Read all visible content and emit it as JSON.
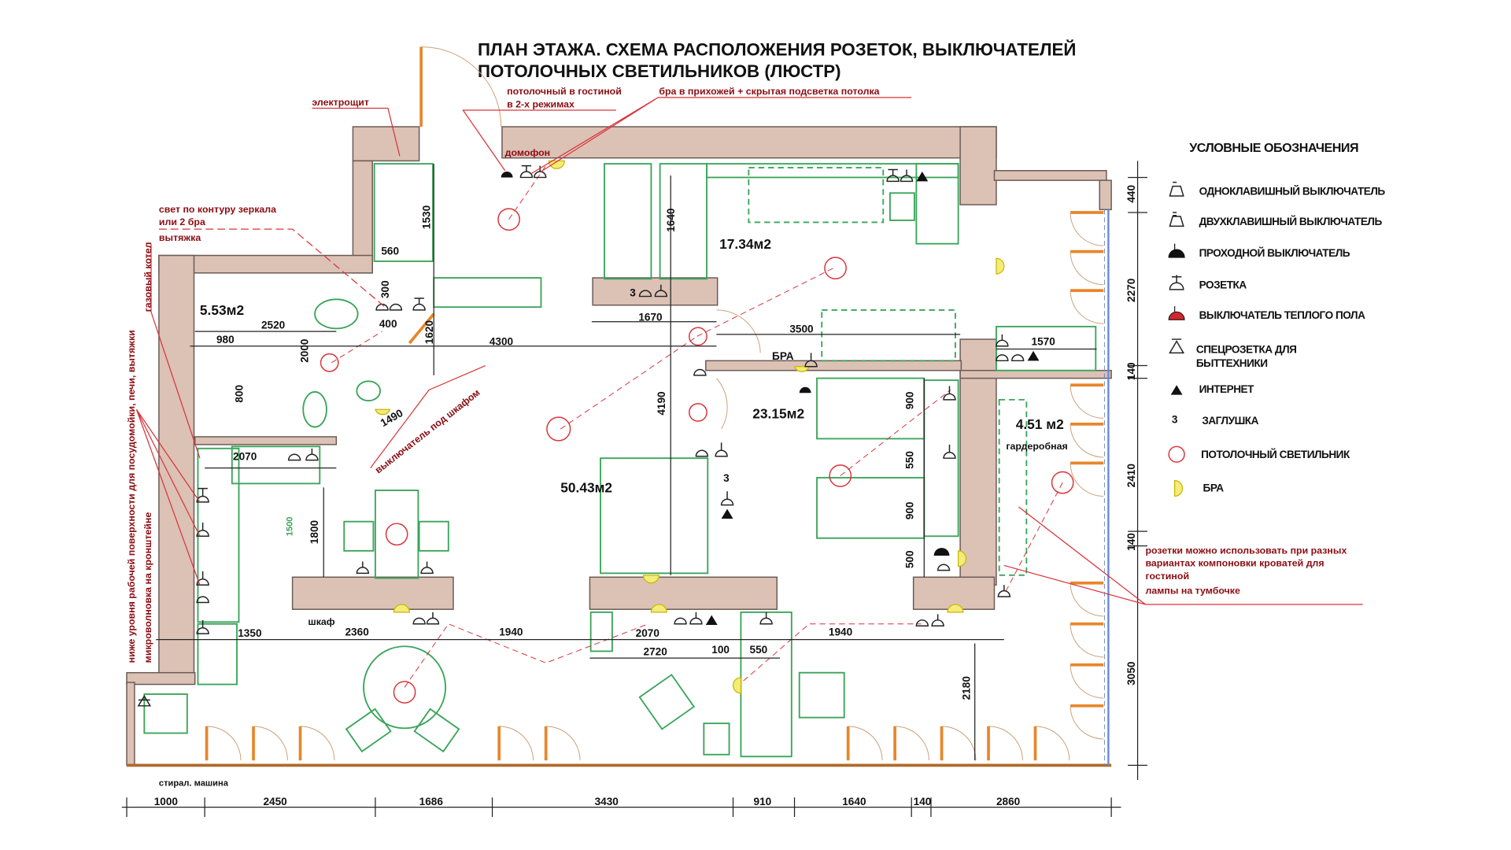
{
  "title": {
    "line1": "ПЛАН ЭТАЖА. СХЕМА РАСПОЛОЖЕНИЯ РОЗЕТОК, ВЫКЛЮЧАТЕЛЕЙ",
    "line2": "ПОТОЛОЧНЫХ СВЕТИЛЬНИКОВ (ЛЮСТР)"
  },
  "notes": {
    "panel": "электрощит",
    "ceiling_living_1": "потолочный в гостиной",
    "ceiling_living_2": "в 2-х режимах",
    "hall_bra": "бра в прихожей + скрытая подсветка потолка",
    "intercom": "домофон",
    "mirror_1": "свет по контуру зеркала",
    "mirror_2": "или 2 бра",
    "hood": "вытяжка",
    "boiler": "газовый котел",
    "kitchen_low": "ниже уровня рабочей поверхности для посудомойки, печи, вытяжки",
    "microwave": "микроволновка на кронштейне",
    "tv": "выключатель под шкафом",
    "bedroom_1": "розетки можно использовать при разных",
    "bedroom_2": "вариантах компоновки кроватей для",
    "bedroom_3": "гостиной",
    "bedroom_4": "лампы на тумбочке"
  },
  "rooms": {
    "kitchen_top": "17.34м2",
    "bath": "5.53м2",
    "living": "50.43м2",
    "bedroom": "23.15м2",
    "wardrobe_area": "4.51 м2",
    "wardrobe": "гардеробная",
    "bra_label": "БРА",
    "cabinet": "шкаф",
    "washer": "стирал. машина"
  },
  "dims": {
    "bottom": [
      "1000",
      "2450",
      "1686",
      "3430",
      "910",
      "1640",
      "140",
      "2860"
    ],
    "right": [
      "440",
      "2270",
      "140",
      "2410",
      "140",
      "3050"
    ],
    "inner": [
      "1530",
      "560",
      "1640",
      "300",
      "400",
      "1620",
      "2520",
      "980",
      "800",
      "2000",
      "1490",
      "4300",
      "1670",
      "3500",
      "4190",
      "900",
      "550",
      "900",
      "500",
      "2070",
      "1800",
      "1500",
      "1350",
      "2360",
      "1940",
      "2070",
      "2720",
      "100",
      "550",
      "1940",
      "2180",
      "1570"
    ]
  },
  "legend": {
    "title": "УСЛОВНЫЕ ОБОЗНАЧЕНИЯ",
    "items": [
      {
        "label": "ОДНОКЛАВИШНЫЙ ВЫКЛЮЧАТЕЛЬ",
        "icon": "single-switch"
      },
      {
        "label": "ДВУХКЛАВИШНЫЙ ВЫКЛЮЧАТЕЛЬ",
        "icon": "double-switch"
      },
      {
        "label": "ПРОХОДНОЙ ВЫКЛЮЧАТЕЛЬ",
        "icon": "pass-switch"
      },
      {
        "label": "РОЗЕТКА",
        "icon": "socket"
      },
      {
        "label": "ВЫКЛЮЧАТЕЛЬ ТЕПЛОГО ПОЛА",
        "icon": "floor-heating-switch"
      },
      {
        "label": "СПЕЦРОЗЕТКА ДЛЯ",
        "label2": "БЫТТЕХНИКИ",
        "icon": "appliance-socket"
      },
      {
        "label": "ИНТЕРНЕТ",
        "icon": "internet"
      },
      {
        "label": "ЗАГЛУШКА",
        "icon": "plug",
        "symbol": "3"
      },
      {
        "label": "ПОТОЛОЧНЫЙ СВЕТИЛЬНИК",
        "icon": "ceiling-light"
      },
      {
        "label": "БРА",
        "icon": "wall-lamp"
      }
    ]
  },
  "plug_marks": [
    "3",
    "3"
  ],
  "colors": {
    "wall": "#dcc1b5",
    "furniture": "#3aa55a",
    "door": "#e8862a",
    "annotation": "#8b0d12",
    "lamp": "#d9343a",
    "bra": "#f3ec7a"
  }
}
